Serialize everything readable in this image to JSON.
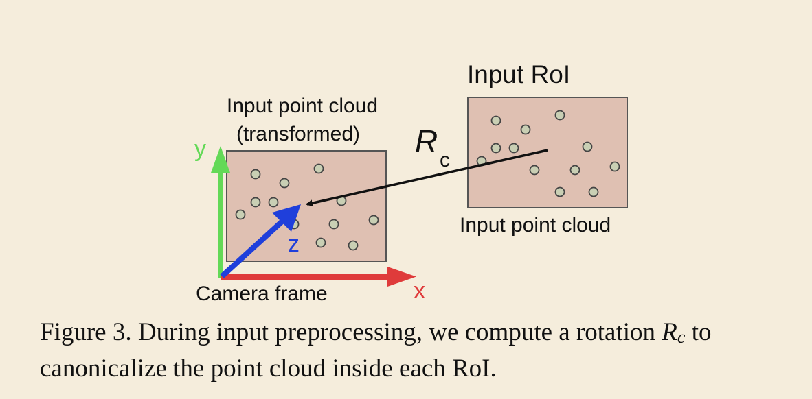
{
  "diagram": {
    "input_roi_label": "Input RoI",
    "input_cloud_label": "Input point cloud",
    "transformed_label_line1": "Input point cloud",
    "transformed_label_line2": "(transformed)",
    "rotation_symbol": "R",
    "rotation_subscript": "c",
    "camera_frame_label": "Camera frame",
    "axis_x": "x",
    "axis_y": "y",
    "axis_z": "z",
    "colors": {
      "box_fill": "#dfc0b2",
      "box_stroke": "#555555",
      "point_fill": "#c9cfb4",
      "x_axis": "#df3b3b",
      "y_axis": "#63d957",
      "z_axis": "#1f3fdb",
      "background": "#f5eddc"
    }
  },
  "caption": {
    "text_part1": "Figure 3. During input preprocessing, we compute a rotation ",
    "math_symbol": "R",
    "math_subscript": "c",
    "text_part2": " to canonicalize the point cloud inside each RoI."
  }
}
